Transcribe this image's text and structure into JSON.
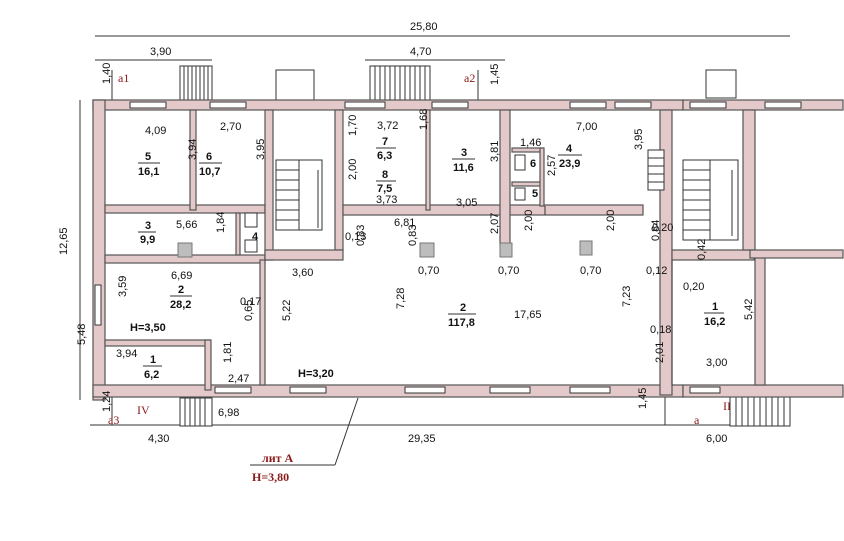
{
  "dimensions": {
    "top_total": "25,80",
    "top_left": "3,90",
    "top_mid": "4,70",
    "left_total": "12,65",
    "left_top": "1,40",
    "left_mid": "5,48",
    "left_bottom": "1,24",
    "right_top": "1,45",
    "bottom_total": "29,35",
    "bottom_left": "4,30",
    "bottom_left2": "6,98",
    "bottom_right": "1,45",
    "bottom_right2": "6,00"
  },
  "marks": {
    "a1": "a1",
    "a2": "a2",
    "a3": "a3",
    "a": "a",
    "iv": "IV",
    "ii": "II"
  },
  "heights": {
    "left_block": "H=3,50",
    "hall": "H=3,20"
  },
  "lit": {
    "label": "лит А",
    "height": "H=3,80"
  },
  "rooms": [
    {
      "id": "r5",
      "num": "5",
      "area": "16,1"
    },
    {
      "id": "r6",
      "num": "6",
      "area": "10,7"
    },
    {
      "id": "r7",
      "num": "7",
      "area": "6,3"
    },
    {
      "id": "r8",
      "num": "8",
      "area": "7,5"
    },
    {
      "id": "r3top",
      "num": "3",
      "area": "11,6"
    },
    {
      "id": "r6small",
      "num": "6",
      "area": ""
    },
    {
      "id": "r5small",
      "num": "5",
      "area": ""
    },
    {
      "id": "r4top",
      "num": "4",
      "area": "23,9"
    },
    {
      "id": "r3left",
      "num": "3",
      "area": "9,9"
    },
    {
      "id": "r4left",
      "num": "4",
      "area": ""
    },
    {
      "id": "r2left",
      "num": "2",
      "area": "28,2"
    },
    {
      "id": "r1left",
      "num": "1",
      "area": "6,2"
    },
    {
      "id": "r2main",
      "num": "2",
      "area": "117,8"
    },
    {
      "id": "r1right",
      "num": "1",
      "area": "16,2"
    }
  ],
  "labels": [
    "4,09",
    "2,70",
    "3,94",
    "3,95",
    "1,70",
    "3,72",
    "1,68",
    "3,81",
    "2,00",
    "3,73",
    "1,46",
    "7,00",
    "2,57",
    "3,95",
    "5,66",
    "1,84",
    "6,81",
    "3,05",
    "0,13",
    "0,83",
    "2,07",
    "2,00",
    "2,00",
    "0,20",
    "0,84",
    "3,60",
    "0,83",
    "0,70",
    "0,70",
    "0,70",
    "0,12",
    "0,42",
    "6,69",
    "0,20",
    "3,59",
    "7,28",
    "17,65",
    "7,23",
    "0,17",
    "5,22",
    "0,65",
    "0,18",
    "5,42",
    "3,94",
    "1,81",
    "2,47",
    "2,01",
    "3,00"
  ]
}
